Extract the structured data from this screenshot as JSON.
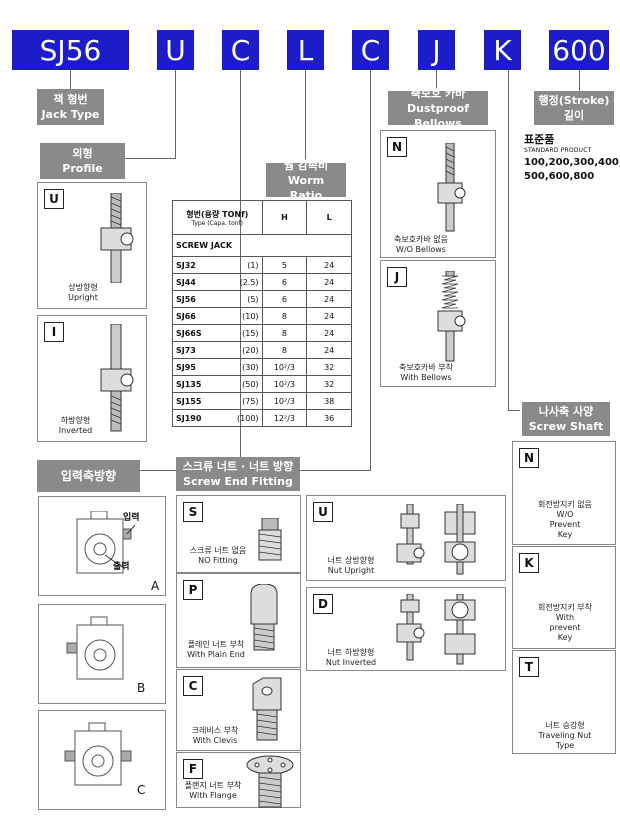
{
  "codes": [
    "SJ56",
    "U",
    "C",
    "L",
    "C",
    "J",
    "K",
    "600"
  ],
  "labels": {
    "jack_type": {
      "ko": "잭 형번",
      "en": "Jack Type"
    },
    "profile": {
      "ko": "외형",
      "en": "Profile"
    },
    "worm_ratio": {
      "ko": "웜 감속비",
      "en": "Worm Ratio"
    },
    "dustproof": {
      "ko": "축보호 카바",
      "en": "Dustproof Bellows"
    },
    "stroke": {
      "ko": "행정(Stroke)",
      "en": "길이"
    },
    "input_dir": {
      "ko": "입력축방향"
    },
    "screw_end": {
      "ko": "스크류 너트 · 너트 방향",
      "en": "Screw End Fitting"
    },
    "screw_shaft": {
      "ko": "나사축 사양",
      "en": "Screw Shaft"
    }
  },
  "standard": {
    "ko": "표준품",
    "en": "STANDARD PRODUCT",
    "values": "100,200,300,400,\n500,600,800"
  },
  "profile_options": [
    {
      "letter": "U",
      "ko": "상방향형",
      "en": "Upright"
    },
    {
      "letter": "I",
      "ko": "하방향형",
      "en": "Inverted"
    }
  ],
  "bellows_options": [
    {
      "letter": "N",
      "ko": "축보호카바 없음",
      "en": "W/O Bellows"
    },
    {
      "letter": "J",
      "ko": "축보호카바 부착",
      "en": "With Bellows"
    }
  ],
  "worm_table": {
    "header_model_ko": "형번(용량 TONf)",
    "header_model_en": "Type (Capa. tonf)",
    "header_h": "H",
    "header_l": "L",
    "section": "SCREW JACK",
    "rows": [
      {
        "model": "SJ32",
        "capa": "(1)",
        "h": "5",
        "l": "24"
      },
      {
        "model": "SJ44",
        "capa": "(2.5)",
        "h": "6",
        "l": "24"
      },
      {
        "model": "SJ56",
        "capa": "(5)",
        "h": "6",
        "l": "24"
      },
      {
        "model": "SJ66",
        "capa": "(10)",
        "h": "8",
        "l": "24"
      },
      {
        "model": "SJ66S",
        "capa": "(15)",
        "h": "8",
        "l": "24"
      },
      {
        "model": "SJ73",
        "capa": "(20)",
        "h": "8",
        "l": "24"
      },
      {
        "model": "SJ95",
        "capa": "(30)",
        "h": "10²/3",
        "l": "32"
      },
      {
        "model": "SJ135",
        "capa": "(50)",
        "h": "10²/3",
        "l": "32"
      },
      {
        "model": "SJ155",
        "capa": "(75)",
        "h": "10²/3",
        "l": "38"
      },
      {
        "model": "SJ190",
        "capa": "(100)",
        "h": "12²/3",
        "l": "36"
      }
    ]
  },
  "input_options": [
    {
      "letter": "A",
      "input": "입력",
      "output": "출력"
    },
    {
      "letter": "B"
    },
    {
      "letter": "C"
    }
  ],
  "fitting_options": [
    {
      "letter": "S",
      "ko": "스크류 너트 없음",
      "en": "NO Fitting"
    },
    {
      "letter": "P",
      "ko": "플레인 너트 부착",
      "en": "With Plain End"
    },
    {
      "letter": "C",
      "ko": "크레비스 부착",
      "en": "With Clevis"
    },
    {
      "letter": "F",
      "ko": "플랜지 너트 부착",
      "en": "With Flange"
    }
  ],
  "nut_options": [
    {
      "letter": "U",
      "ko": "너트 상방향형",
      "en": "Nut Upright"
    },
    {
      "letter": "D",
      "ko": "너트 하방향형",
      "en": "Nut Inverted"
    }
  ],
  "shaft_options": [
    {
      "letter": "N",
      "ko": "회전방지키 없음",
      "en1": "W/O",
      "en2": "Prevent",
      "en3": "Key"
    },
    {
      "letter": "K",
      "ko": "회전방지키 부착",
      "en1": "With",
      "en2": "prevent",
      "en3": "Key"
    },
    {
      "letter": "T",
      "ko": "너트 승강형",
      "en1": "Traveling Nut",
      "en2": "Type",
      "en3": ""
    }
  ]
}
